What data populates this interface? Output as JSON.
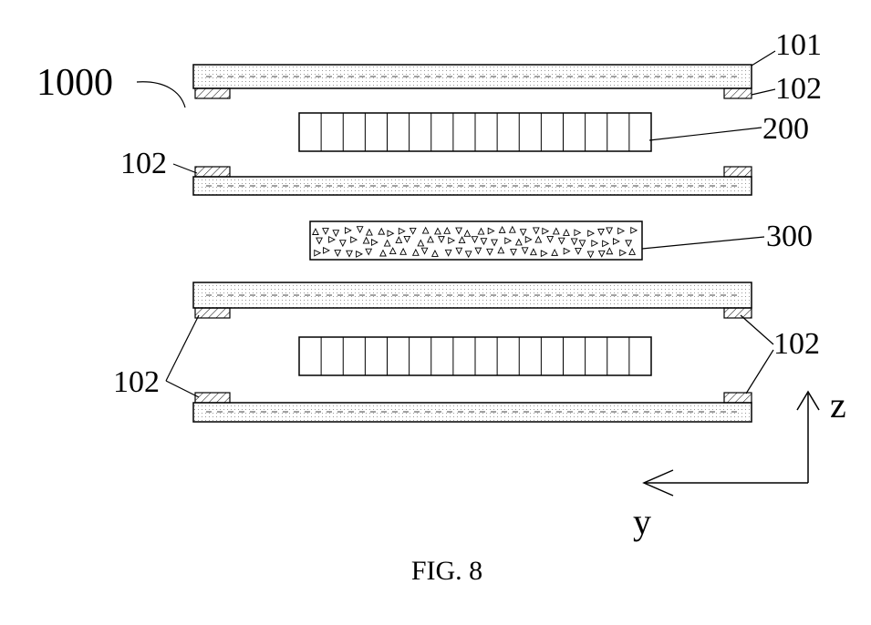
{
  "labels": {
    "assembly": "1000",
    "top_plate": "101",
    "top_spacer": "102",
    "upper_grid": "200",
    "left_spacer_mid": "102",
    "particle_layer": "300",
    "right_spacer_bottom": "102",
    "left_spacer_bottom": "102"
  },
  "axes": {
    "vertical": "z",
    "horizontal": "y"
  },
  "caption": "FIG. 8",
  "grid_cells": 16
}
